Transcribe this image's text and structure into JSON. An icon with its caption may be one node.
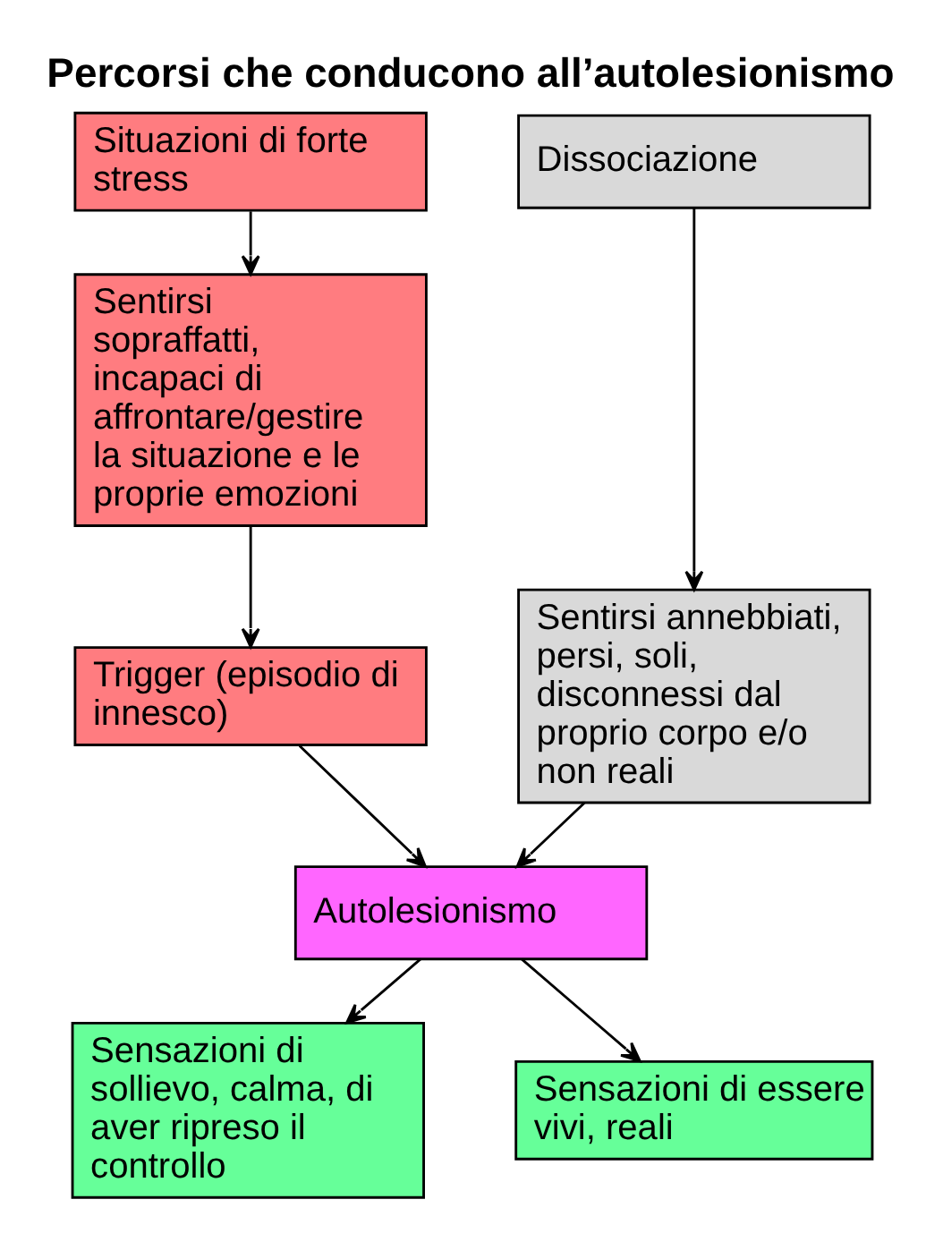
{
  "diagram": {
    "title": "Percorsi che conducono all’autolesionismo",
    "nodes": [
      {
        "text": [
          "Situazioni di forte stress"
        ]
      },
      {
        "text": [
          "Dissociazione"
        ]
      },
      {
        "text": [
          "Sentirsi sopraffatti, incapaci di affrontare/gestire la situazione e le proprie emozioni"
        ]
      },
      {
        "text": [
          "Sentirsi annebbiati, persi, soli, disconnessi dal proprio corpo e/o non reali"
        ]
      },
      {
        "text": [
          "Trigger (episodio di innesco)"
        ]
      },
      {
        "text": [
          "Autolesionismo"
        ]
      },
      {
        "text": [
          "Sensazioni di sollievo, calma, di aver ripreso il controllo"
        ]
      },
      {
        "text": [
          "Sensazioni di essere vivi, reali"
        ]
      }
    ],
    "edges": [
      {
        "from": 0,
        "to": 2,
        "arrow": "to"
      },
      {
        "from": 1,
        "to": 3,
        "arrow": "to"
      },
      {
        "from": 2,
        "to": 4,
        "arrow": "to"
      },
      {
        "from": 4,
        "to": 5,
        "arrow": "to"
      },
      {
        "from": 3,
        "to": 5,
        "arrow": "to"
      },
      {
        "from": 5,
        "to": 6,
        "arrow": "to"
      },
      {
        "from": 5,
        "to": 7,
        "arrow": "to"
      }
    ]
  }
}
